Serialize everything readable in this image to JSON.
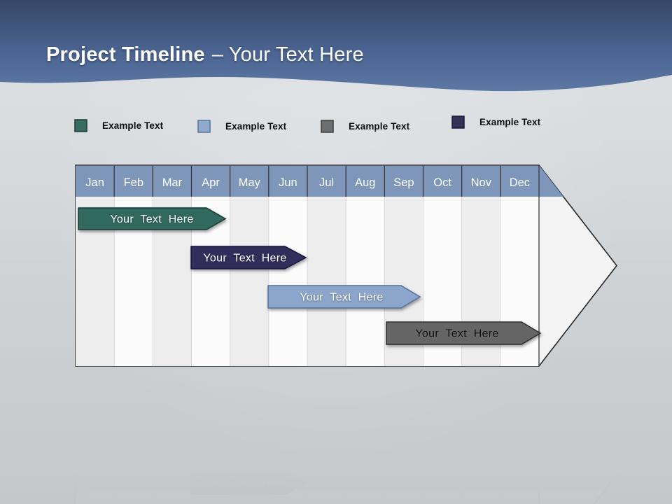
{
  "slide": {
    "title": {
      "bold": "Project Timeline",
      "regular": "– Your Text Here"
    }
  },
  "legend": {
    "items": [
      {
        "label": "Example Text",
        "color": "#3a6b62",
        "border": "#1c3a36"
      },
      {
        "label": "Example Text",
        "color": "#8fa9cd",
        "border": "#5a7499"
      },
      {
        "label": "Example Text",
        "color": "#6e6e6e",
        "border": "#3c3c3c"
      },
      {
        "label": "Example Text",
        "color": "#343156",
        "border": "#1d1a3c"
      }
    ]
  },
  "timeline": {
    "months": [
      "Jan",
      "Feb",
      "Mar",
      "Apr",
      "May",
      "Jun",
      "Jul",
      "Aug",
      "Sep",
      "Oct",
      "Nov",
      "Dec"
    ],
    "header_color": "#7e96ba",
    "bars": [
      {
        "label": "Your Text Here",
        "color": "#31695f",
        "border": "#1b3a36",
        "text_color": "#ffffff"
      },
      {
        "label": "Your Text Here",
        "color": "#322e5c",
        "border": "#16133a",
        "text_color": "#ffffff"
      },
      {
        "label": "Your Text Here",
        "color": "#8ca5ca",
        "border": "#54709a",
        "text_color": "#ffffff"
      },
      {
        "label": "Your Text Here",
        "color": "#656565",
        "border": "#2e2e2e",
        "text_color": "#0d0d0d"
      }
    ]
  },
  "chart_data": {
    "type": "bar",
    "subtype": "gantt-timeline",
    "title": "Project Timeline – Your Text Here",
    "categories": [
      "Jan",
      "Feb",
      "Mar",
      "Apr",
      "May",
      "Jun",
      "Jul",
      "Aug",
      "Sep",
      "Oct",
      "Nov",
      "Dec"
    ],
    "series": [
      {
        "name": "Your Text Here",
        "color": "#31695f",
        "row": 0,
        "start_month_index": 0.0,
        "end_month_index": 3.9
      },
      {
        "name": "Your Text Here",
        "color": "#322e5c",
        "row": 1,
        "start_month_index": 3.0,
        "end_month_index": 6.0
      },
      {
        "name": "Your Text Here",
        "color": "#8ca5ca",
        "row": 2,
        "start_month_index": 5.0,
        "end_month_index": 8.9
      },
      {
        "name": "Your Text Here",
        "color": "#656565",
        "row": 3,
        "start_month_index": 8.0,
        "end_month_index": 12.0
      }
    ],
    "legend_position": "top",
    "legend_labels": [
      "Example Text",
      "Example Text",
      "Example Text",
      "Example Text"
    ],
    "grid": "vertical-month-columns",
    "container_shape": "right-arrow"
  }
}
